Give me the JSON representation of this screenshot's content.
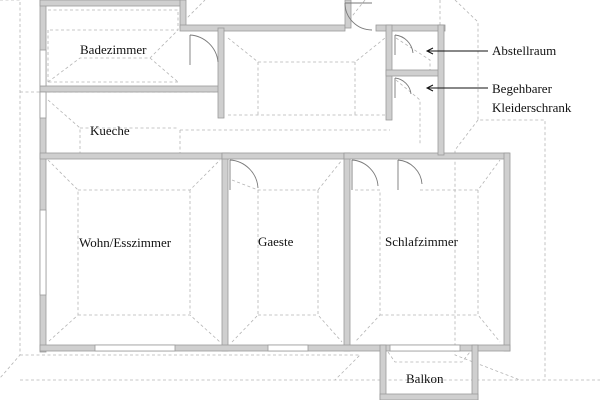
{
  "rooms": {
    "bathroom": "Badezimmer",
    "kitchen": "Kueche",
    "living": "Wohn/Esszimmer",
    "guest": "Gaeste",
    "bedroom": "Schlafzimmer",
    "balcony": "Balkon"
  },
  "callouts": {
    "storage": "Abstellraum",
    "closet_line1": "Begehbarer",
    "closet_line2": "Kleiderschrank"
  },
  "colors": {
    "wall_fill": "#cfcfcf",
    "wall_edge": "#9a9a9a",
    "dashed_lines": "#b5b5b5",
    "text": "#111111"
  }
}
